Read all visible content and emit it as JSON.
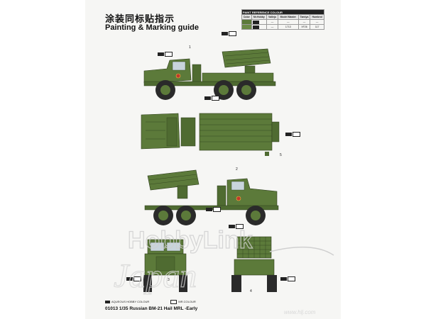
{
  "title_cn": "涂装同标贴指示",
  "title_en": "Painting & Marking guide",
  "paint_table": {
    "heading": "PAINT REFERENCE COLOUR",
    "columns": [
      "Color",
      "Mr.Hobby",
      "Vallejo",
      "Model Master",
      "Tamiya",
      "Humbrol"
    ],
    "rows": [
      {
        "color": "",
        "mrhobby": "",
        "vallejo": "—",
        "modelmaster": "—",
        "tamiya": "—",
        "humbrol": "—"
      },
      {
        "color": "",
        "mrhobby": "",
        "vallejo": "—",
        "modelmaster": "1713",
        "tamiya": "XF26",
        "humbrol": "117"
      }
    ]
  },
  "colors": {
    "green_a": "#5c7a3a",
    "green_b": "#6b8a46",
    "tire": "#2a2a2a"
  },
  "footer": {
    "legend_1": "AQUEOUS HOBBY COLOUR",
    "legend_2": "MR.COLOUR",
    "title": "01013 1/35  Russian BM-21 Hail MRL -Early"
  },
  "watermark_url": "www.hlj.com",
  "callout_numbers": {
    "n1": "1",
    "n2": "2",
    "n3": "3",
    "n4": "4",
    "n5": "5"
  }
}
